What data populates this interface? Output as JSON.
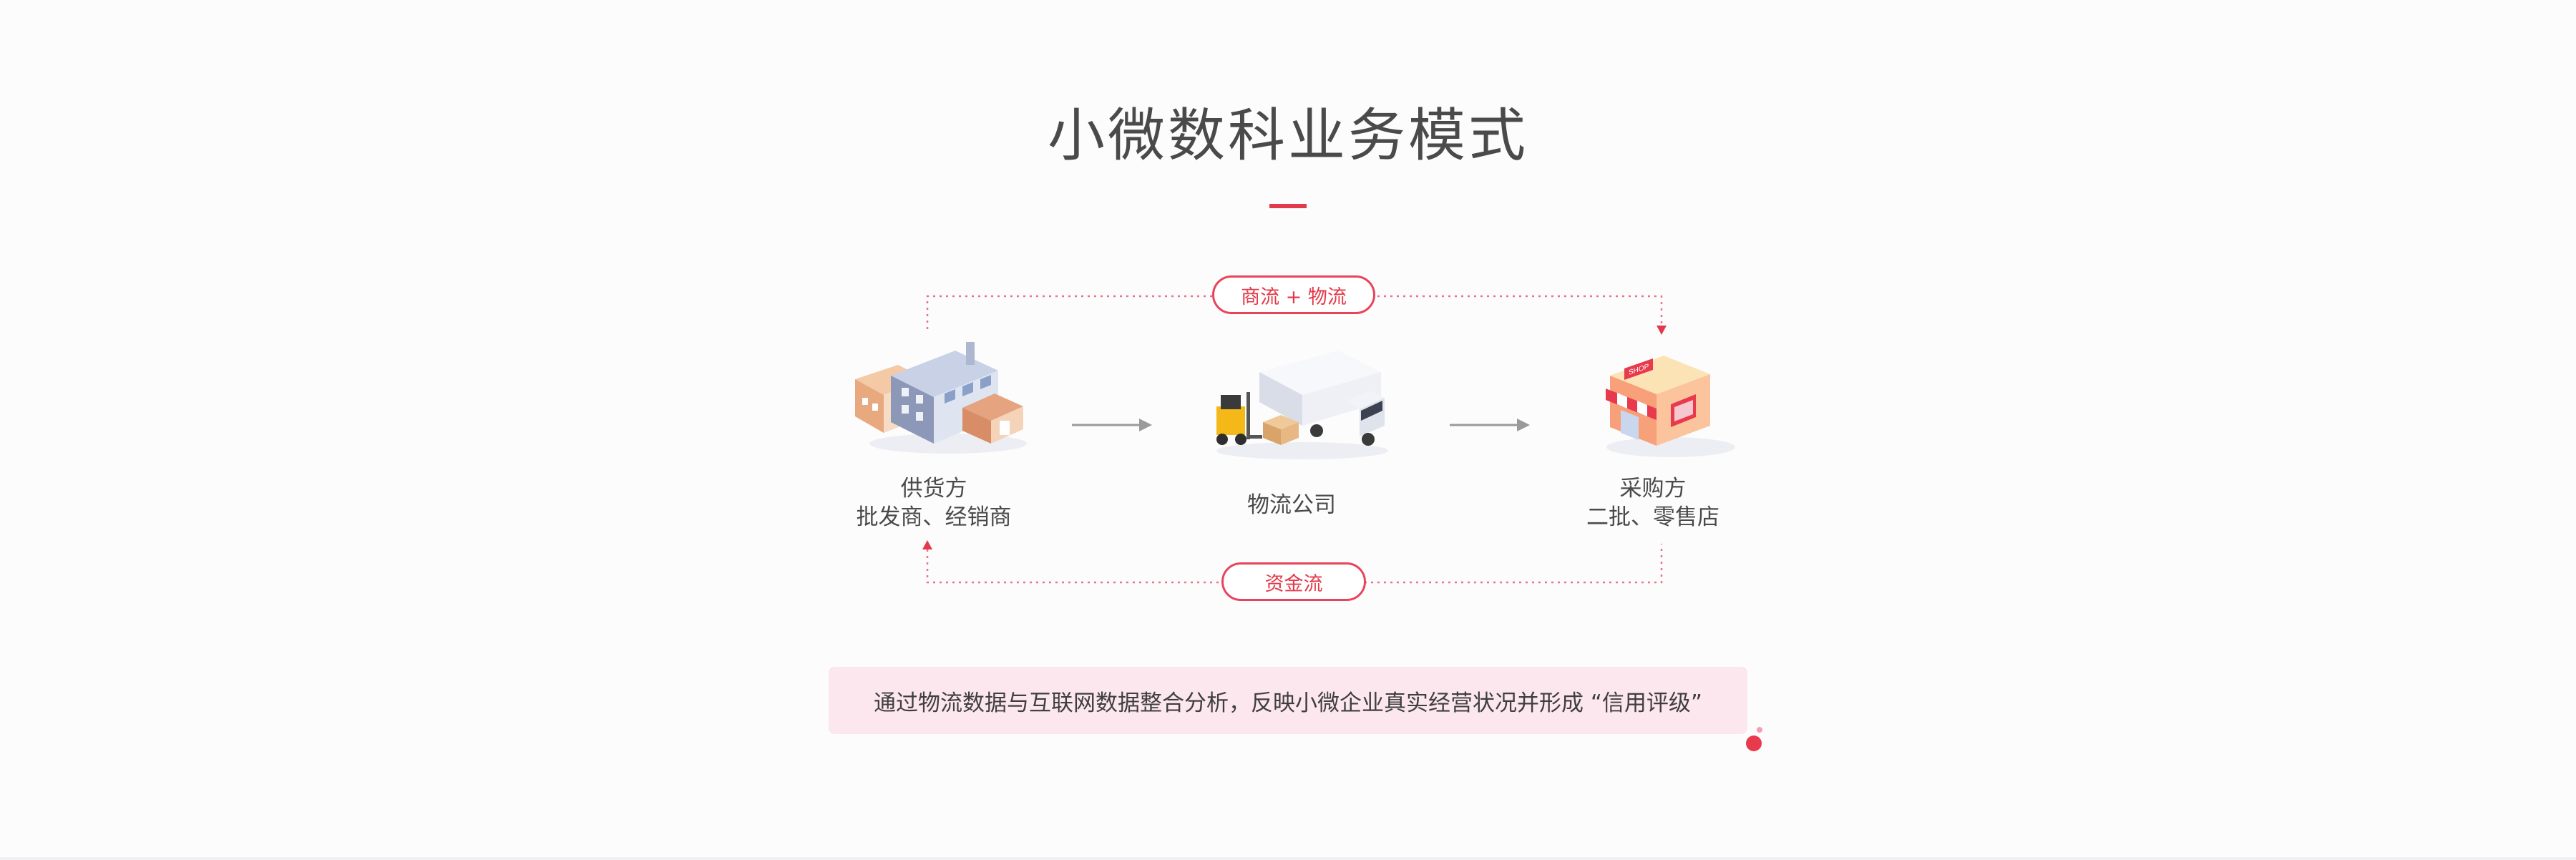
{
  "title": "小微数科业务模式",
  "flows": {
    "top": "商流 + 物流",
    "bottom": "资金流"
  },
  "nodes": {
    "supplier": {
      "line1": "供货方",
      "line2": "批发商、经销商",
      "icon": "factory-icon"
    },
    "logistics": {
      "line1": "物流公司",
      "icon": "truck-forklift-icon"
    },
    "buyer": {
      "line1": "采购方",
      "line2": "二批、零售店",
      "icon": "shop-icon",
      "sign": "SHOP"
    }
  },
  "summary": "通过物流数据与互联网数据整合分析，反映小微企业真实经营状况并形成 “信用评级”",
  "colors": {
    "accent": "#e23a4b",
    "text": "#4a4a4a",
    "summary_bg": "#fde7ee"
  }
}
